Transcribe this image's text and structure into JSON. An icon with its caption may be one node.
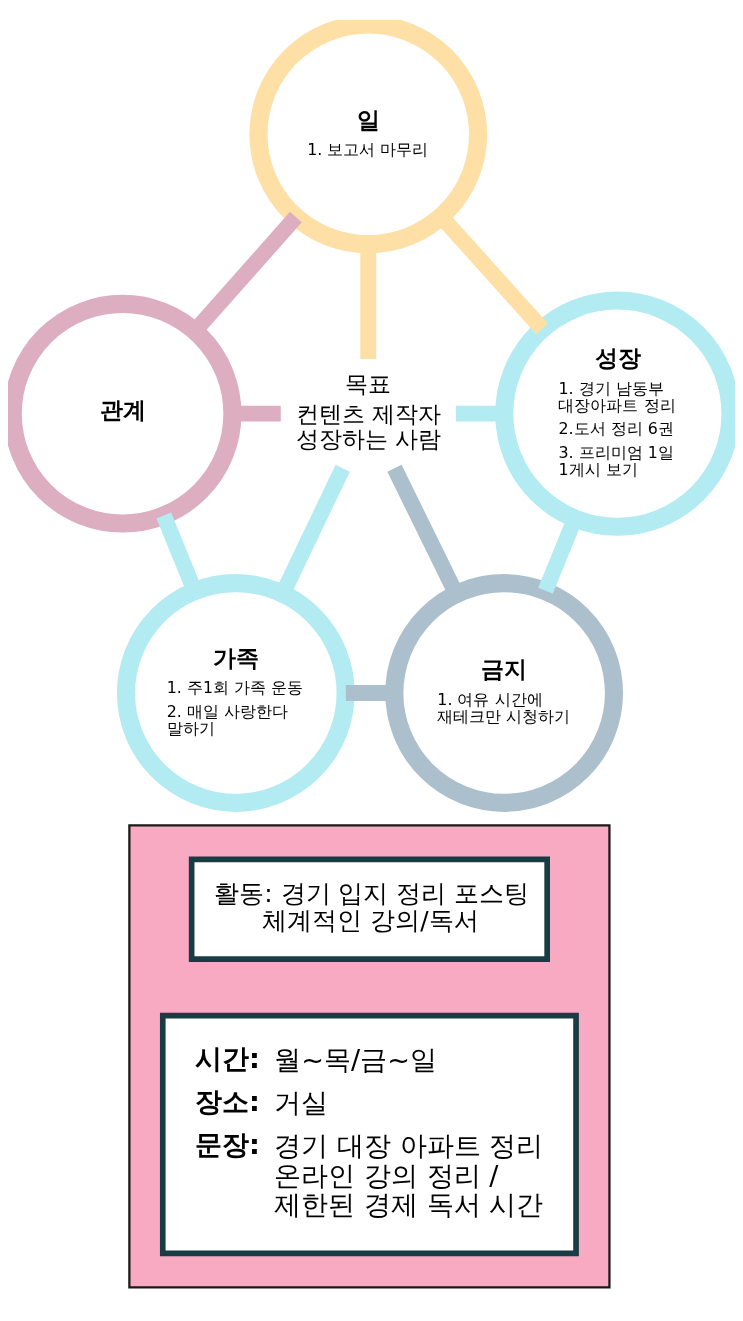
{
  "diagram": {
    "nodes": [
      {
        "text": [
          "일",
          "1. 보고서 마무리"
        ]
      },
      {
        "text": [
          "관계"
        ]
      },
      {
        "text": [
          "목표",
          "컨텐츠 제작자 성장하는 사람"
        ]
      },
      {
        "text": [
          "성장",
          "1. 경기 남동부 대장아파트 정리",
          "2.도서 정리 6권",
          "3. 프리미엄 1일 1게시 보기"
        ]
      },
      {
        "text": [
          "가족",
          "1. 주1회 가족 운동",
          "2. 매일 사랑한다 말하기"
        ]
      },
      {
        "text": [
          "금지",
          "1. 여유 시간에 재테크만 시청하기"
        ]
      },
      {
        "text": [],
        "shape": "box"
      },
      {
        "text": [
          "활동: 경기 입지 정리 포스팅 체계적인 강의/독서"
        ],
        "in": 6
      },
      {
        "text": [
          "시간:",
          "월~목/금~일",
          "장소:",
          "거실",
          "문장:",
          "경기 대장 아파트 정리 온라인 강의 정리 / 제한된 경제 독서 시간"
        ],
        "in": 6
      }
    ],
    "edges": [
      {
        "from": 0,
        "to": 2,
        "arrow": "none",
        "color": "#fee0a6"
      },
      {
        "from": 1,
        "to": 2,
        "arrow": "none",
        "color": "#ddadc0"
      },
      {
        "from": 2,
        "to": 3,
        "arrow": "none",
        "color": "#b3ebf2"
      },
      {
        "from": 2,
        "to": 4,
        "arrow": "none",
        "color": "#b3ebf2"
      },
      {
        "from": 2,
        "to": 5,
        "arrow": "none",
        "color": "#abbfcc"
      },
      {
        "from": 0,
        "to": 1,
        "arrow": "none",
        "color": "#ddadc0"
      },
      {
        "from": 0,
        "to": 3,
        "arrow": "none",
        "color": "#fee0a6"
      },
      {
        "from": 1,
        "to": 4,
        "arrow": "none",
        "color": "#b3ebf2"
      },
      {
        "from": 3,
        "to": 5,
        "arrow": "none",
        "color": "#b3ebf2"
      },
      {
        "from": 4,
        "to": 5,
        "arrow": "none",
        "color": "#abbfcc"
      }
    ]
  }
}
